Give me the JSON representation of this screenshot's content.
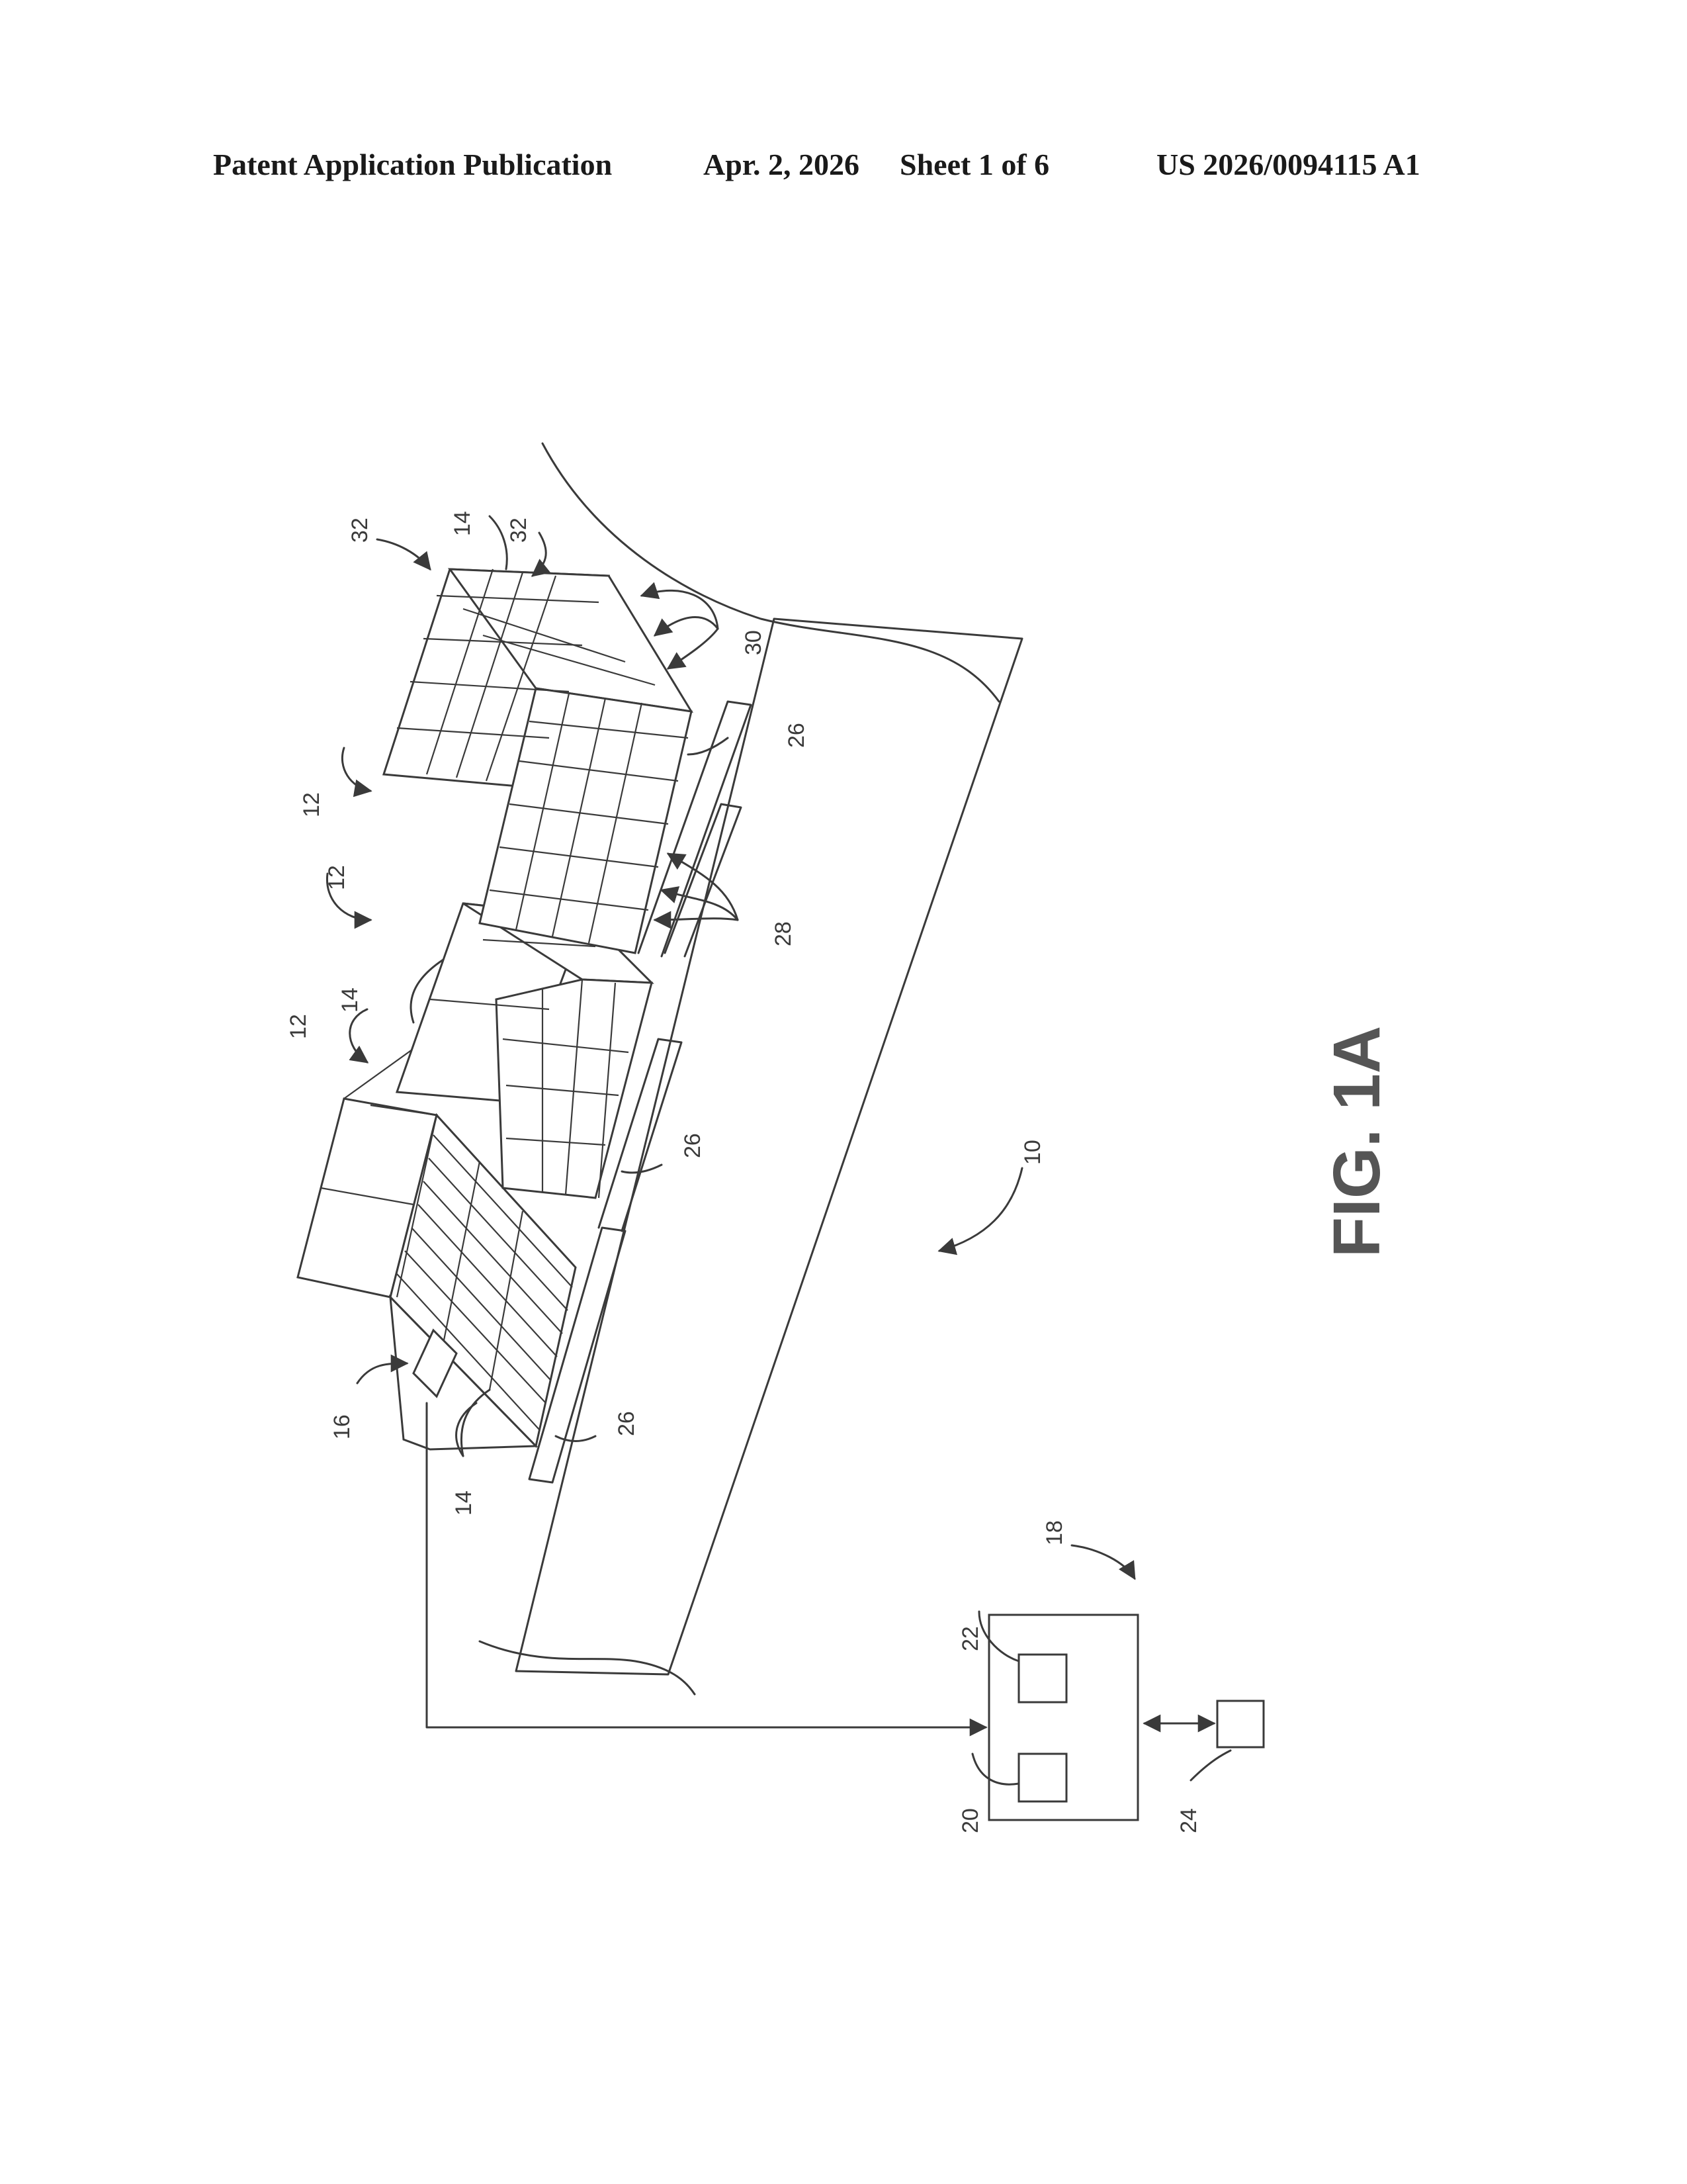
{
  "header": {
    "publication_type": "Patent Application Publication",
    "date": "Apr. 2, 2026",
    "sheet": "Sheet 1 of 6",
    "publication_number": "US 2026/0094115 A1"
  },
  "figure": {
    "caption": "FIG. 1A",
    "reference_numerals": {
      "system": "10",
      "stack_a": "12",
      "stack_b": "12",
      "stack_c": "12",
      "cells_top_right": "14",
      "cells_middle": "14",
      "cells_left": "14",
      "sensor": "16",
      "controller_group": "18",
      "module_a": "20",
      "module_b": "22",
      "remote_device": "24",
      "pallet_left": "26",
      "pallet_middle": "26",
      "pallet_right": "26",
      "edges_28": "28",
      "edges_30": "30",
      "layer_top": "32",
      "layer_second": "32"
    }
  }
}
